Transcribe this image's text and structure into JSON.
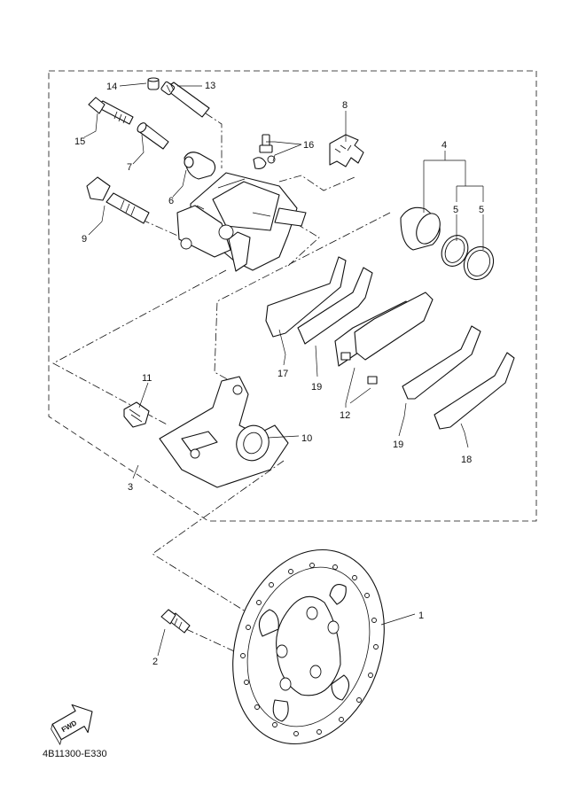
{
  "labels": {
    "l1": "1",
    "l2": "2",
    "l3": "3",
    "l4": "4",
    "l5a": "5",
    "l5b": "5",
    "l6": "6",
    "l7": "7",
    "l8": "8",
    "l9": "9",
    "l10": "10",
    "l11": "11",
    "l12": "12",
    "l13": "13",
    "l14": "14",
    "l15": "15",
    "l16": "16",
    "l17": "17",
    "l18": "18",
    "l19a": "19",
    "l19b": "19"
  },
  "fwd_badge": "FWD",
  "diagram_code": "4B11300-E330"
}
